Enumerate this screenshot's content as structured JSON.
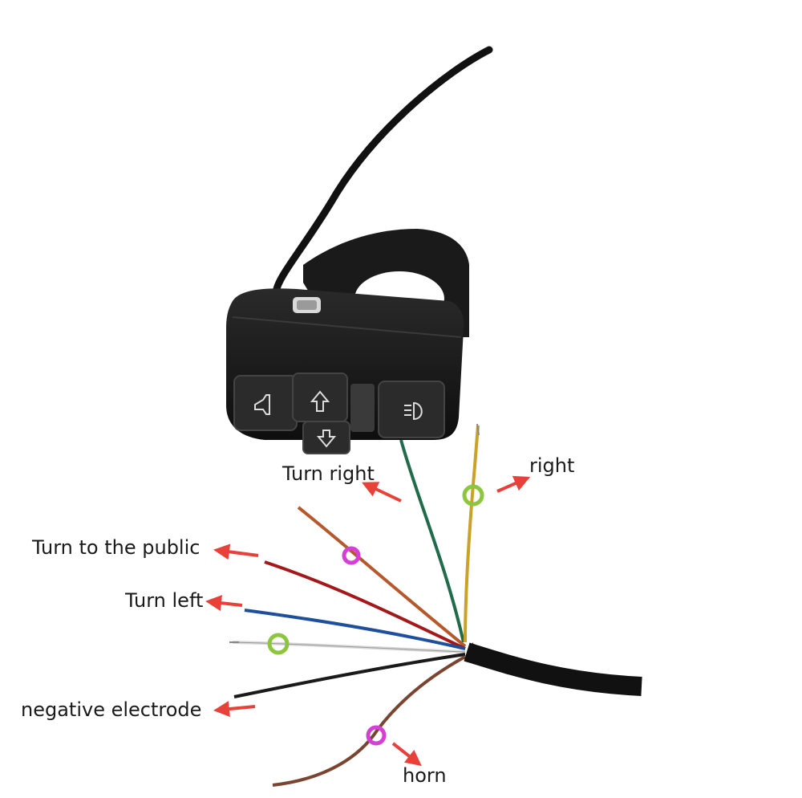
{
  "labels": {
    "turn_right": "Turn right",
    "right": "right",
    "turn_to_the_public": "Turn to the public",
    "turn_left": "Turn left",
    "negative_electrode": "negative electrode",
    "horn": "horn"
  },
  "switch": {
    "buttons": [
      "horn-icon",
      "up-arrow-icon",
      "down-arrow-icon",
      "headlight-icon"
    ]
  },
  "colors": {
    "arrow": "#e8413a",
    "marker_green": "#8cc63f",
    "marker_magenta": "#d63fd6",
    "wire_green": "#1f6b4a",
    "wire_yellow": "#c9a227",
    "wire_orange": "#b5582b",
    "wire_red": "#a3191b",
    "wire_blue": "#1e4f9c",
    "wire_white": "#d8d8d8",
    "wire_black": "#1a1a1a",
    "wire_brown": "#7a4530",
    "cable": "#111111",
    "switch_body": "#1b1b1b"
  }
}
